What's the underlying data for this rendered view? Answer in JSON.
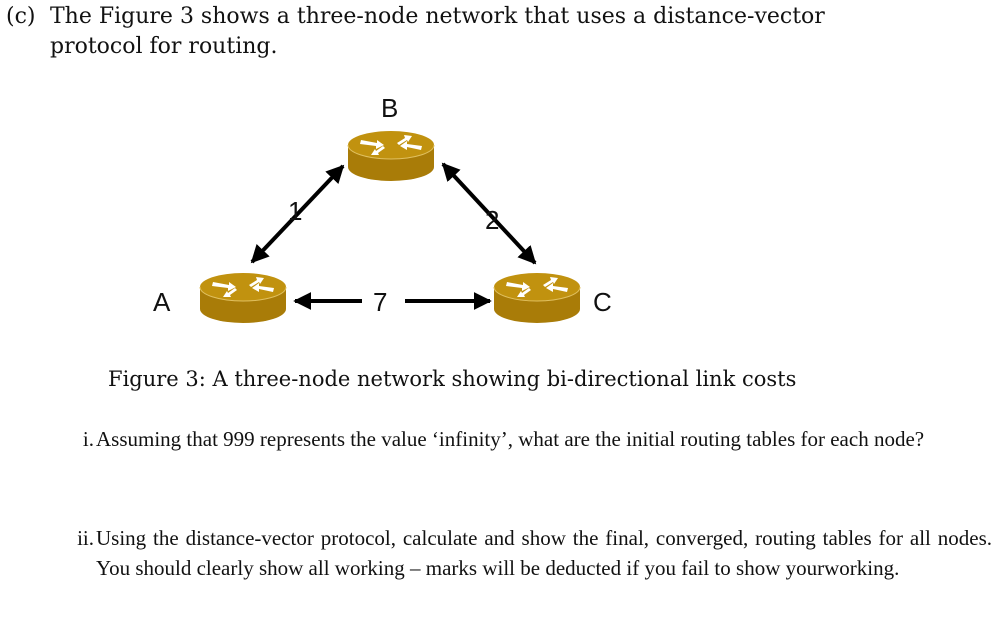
{
  "intro": {
    "label": "(c)",
    "line1": "The Figure 3 shows a three-node network that uses a distance-vector",
    "line2": "protocol for routing."
  },
  "figure": {
    "nodes": [
      {
        "id": "A",
        "label": "A"
      },
      {
        "id": "B",
        "label": "B"
      },
      {
        "id": "C",
        "label": "C"
      }
    ],
    "links": [
      {
        "from": "A",
        "to": "B",
        "cost": "1"
      },
      {
        "from": "B",
        "to": "C",
        "cost": "2"
      },
      {
        "from": "A",
        "to": "C",
        "cost": "7"
      }
    ],
    "router_color": "#b8860b",
    "router_top_color": "#c5951a",
    "caption": "Figure 3: A three-node network showing bi-directional link costs"
  },
  "questions": [
    {
      "num": "i.",
      "text": "Assuming that 999 represents the value ‘infinity’, what are the initial routing tables for each node?"
    },
    {
      "num": "ii.",
      "text": "Using the distance-vector protocol, calculate and show the final, converged, routing tables for all nodes. You should clearly show all working – marks will be deducted if you fail to show yourworking."
    }
  ]
}
